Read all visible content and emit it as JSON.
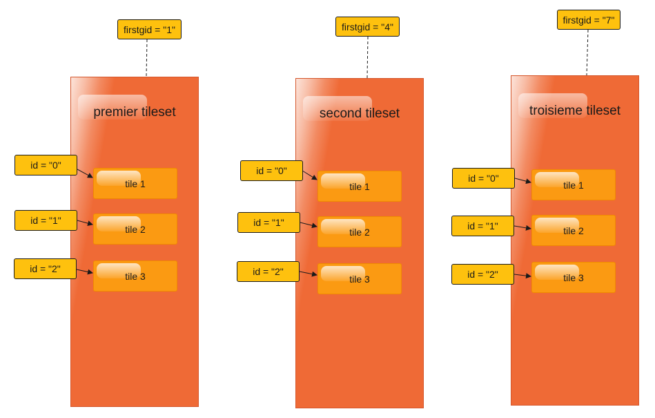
{
  "tilesets": [
    {
      "title": "premier tileset",
      "firstgid_label": "firstgid = \"1\"",
      "tiles": [
        {
          "label": "tile 1",
          "id_label": "id = \"0\""
        },
        {
          "label": "tile 2",
          "id_label": "id = \"1\""
        },
        {
          "label": "tile 3",
          "id_label": "id = \"2\""
        }
      ]
    },
    {
      "title": "second tileset",
      "firstgid_label": "firstgid = \"4\"",
      "tiles": [
        {
          "label": "tile 1",
          "id_label": "id = \"0\""
        },
        {
          "label": "tile 2",
          "id_label": "id = \"1\""
        },
        {
          "label": "tile 3",
          "id_label": "id = \"2\""
        }
      ]
    },
    {
      "title": "troisieme tileset",
      "firstgid_label": "firstgid = \"7\"",
      "tiles": [
        {
          "label": "tile 1",
          "id_label": "id = \"0\""
        },
        {
          "label": "tile 2",
          "id_label": "id = \"1\""
        },
        {
          "label": "tile 3",
          "id_label": "id = \"2\""
        }
      ]
    }
  ],
  "colors": {
    "tileset_fill": "#ef6a36",
    "tile_fill": "#fb9a12",
    "note_fill": "#fec10e",
    "line": "#1a1a1a"
  }
}
